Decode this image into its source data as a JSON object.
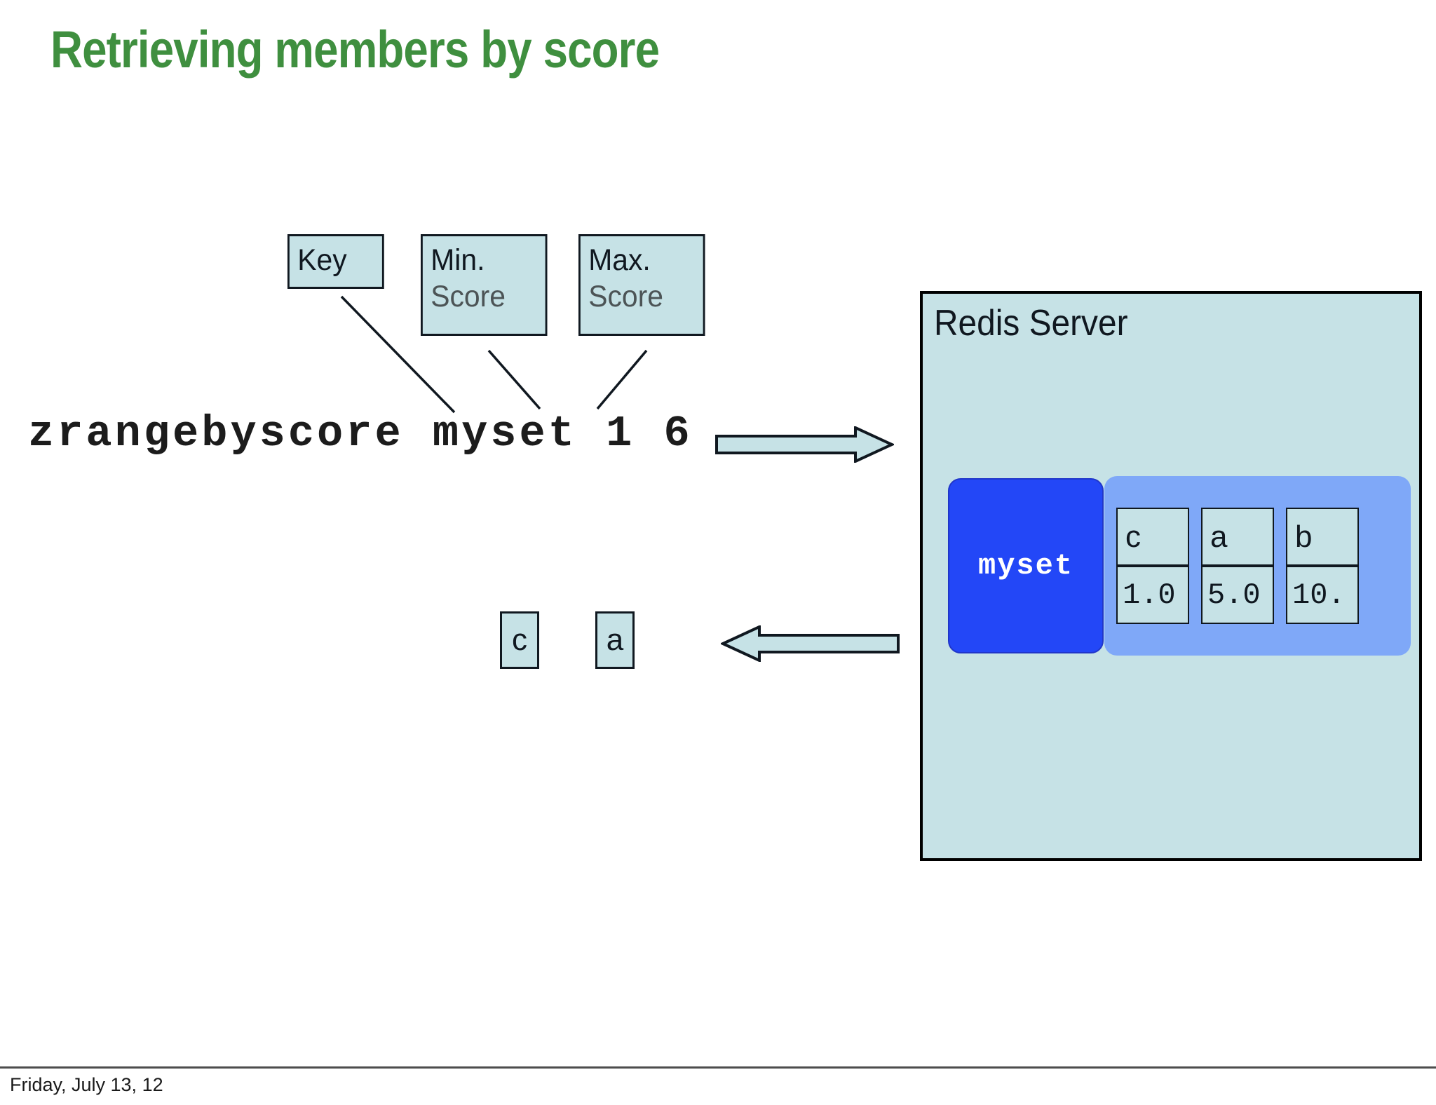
{
  "slide": {
    "title": "Retrieving members by score",
    "title_color": "#3f8f3f",
    "background_color": "#ffffff"
  },
  "annotations": {
    "key_label": "Key",
    "min_label_line1": "Min.",
    "min_label_line2": "Score",
    "max_label_line1": "Max.",
    "max_label_line2": "Score",
    "box_fill": "#c6e2e6",
    "box_border": "#101820",
    "sub_text_color": "#4c5456"
  },
  "command": {
    "text": "zrangebyscore myset 1 6",
    "parts": {
      "name": "zrangebyscore",
      "key": "myset",
      "min": "1",
      "max": "6"
    }
  },
  "arrows": {
    "request_direction": "right",
    "response_direction": "left",
    "fill": "#c6e2e6",
    "stroke": "#101820"
  },
  "result": {
    "members": [
      "c",
      "a"
    ]
  },
  "server": {
    "title": "Redis Server",
    "panel_fill": "#c6e2e6",
    "panel_border": "#000000",
    "key_name": "myset",
    "key_fill": "#2347f7",
    "members_container_fill": "#7fa8f8",
    "members": [
      {
        "name": "c",
        "score": "1.0"
      },
      {
        "name": "a",
        "score": "5.0"
      },
      {
        "name": "b",
        "score": "10."
      }
    ]
  },
  "footer": {
    "date": "Friday, July 13, 12"
  }
}
